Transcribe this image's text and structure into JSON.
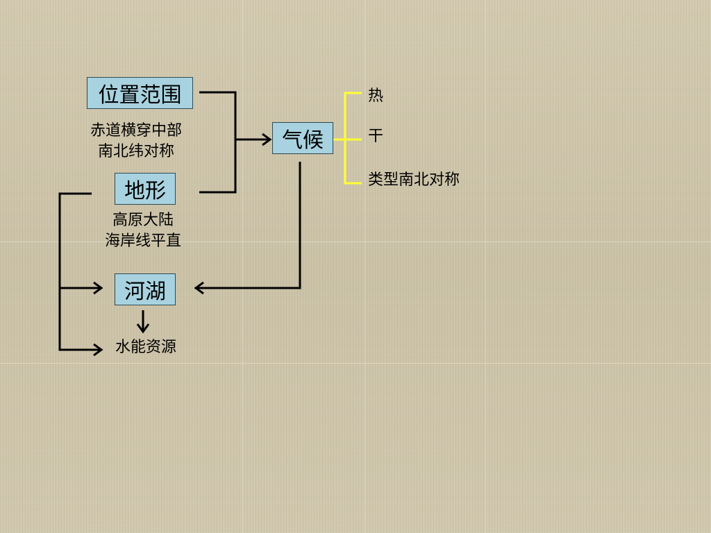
{
  "nodes": {
    "location": "位置范围",
    "terrain": "地形",
    "climate": "气候",
    "rivers": "河湖"
  },
  "notes": {
    "location": [
      "赤道横穿中部",
      "南北纬对称"
    ],
    "terrain": [
      "高原大陆",
      "海岸线平直"
    ],
    "hydro": "水能资源"
  },
  "climate_traits": [
    "热",
    "干",
    "类型南北对称"
  ],
  "colors": {
    "box_fill": "#a8d2df",
    "arrow": "#000000",
    "bracket": "#ffff33",
    "background": "#cec5aa"
  }
}
